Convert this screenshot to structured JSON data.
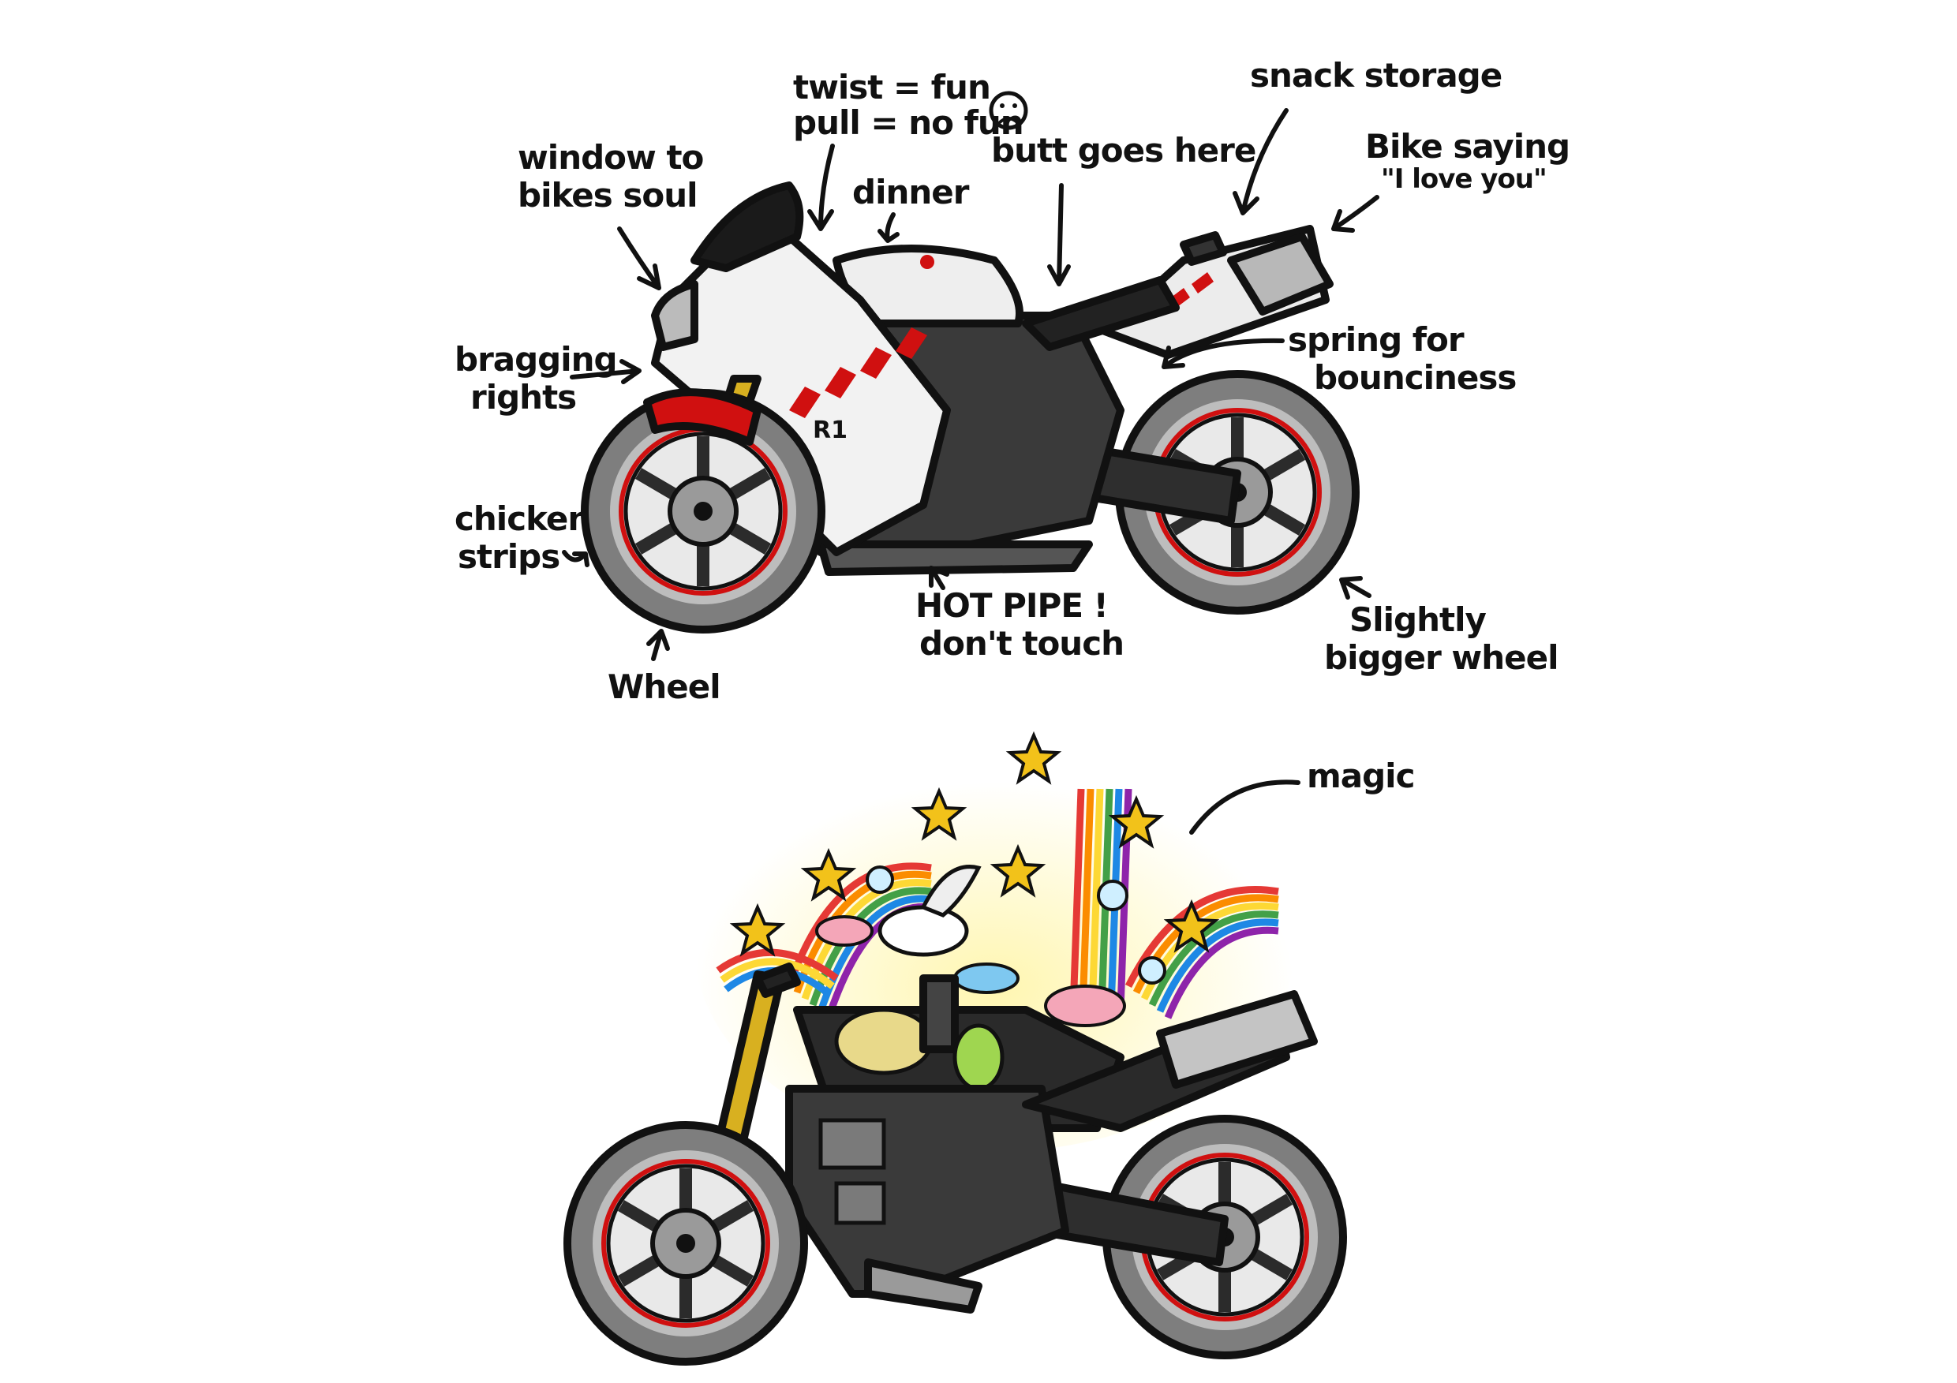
{
  "labels": {
    "window": [
      "window to",
      "bikes soul"
    ],
    "throttle": [
      "twist = fun",
      "pull = no fun"
    ],
    "dinner": "dinner",
    "seat": "butt goes here",
    "tail": "snack storage",
    "exhaust": [
      "Bike saying",
      "\"I love you\""
    ],
    "fairing": [
      "bragging",
      "rights"
    ],
    "shock": [
      "spring for",
      "bounciness"
    ],
    "tyre_edge": [
      "chicken",
      "strips"
    ],
    "pipe": [
      "HOT PIPE !",
      "don't touch"
    ],
    "rear_wheel": [
      "Slightly",
      "bigger wheel"
    ],
    "front_wheel": "Wheel",
    "magic": "magic"
  },
  "colors": {
    "red": "#d01010",
    "gold": "#d8b020",
    "body_white": "#f2f2f2",
    "frame_dark": "#2a2a2a",
    "tyre_grey": "#8a8a8a"
  },
  "icons": [
    "sad-face-icon",
    "star-icon",
    "rainbow-icon",
    "unicorn-icon",
    "cloud-icon"
  ]
}
